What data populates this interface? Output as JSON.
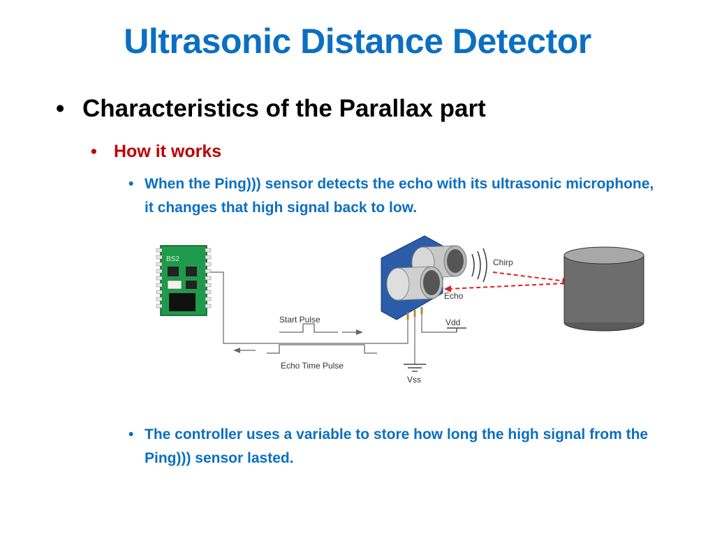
{
  "slide": {
    "title": "Ultrasonic Distance Detector",
    "bullet_symbol": "•",
    "bullets": [
      {
        "text": "Characteristics of the Parallax part"
      },
      {
        "text": "How it works"
      },
      {
        "text": "When the Ping))) sensor detects the echo with its ultrasonic microphone, it changes that high signal back to low."
      },
      {
        "text": " The controller uses a variable to store how long the high signal from the Ping))) sensor lasted."
      }
    ]
  },
  "diagram": {
    "chip_label": "BS2",
    "chirp_label": "Chirp",
    "echo_label": "Echo",
    "start_pulse_label": "Start Pulse",
    "echo_time_pulse_label": "Echo Time Pulse",
    "vdd_label": "Vdd",
    "vss_label": "Vss"
  },
  "colors": {
    "title": "#0b6fc2",
    "level2": "#c00000",
    "level3": "#0b6fc2",
    "board_green": "#1f9a4a",
    "sensor_blue": "#2a5ca8",
    "signal_red": "#e02020",
    "cylinder_gray": "#707070"
  }
}
